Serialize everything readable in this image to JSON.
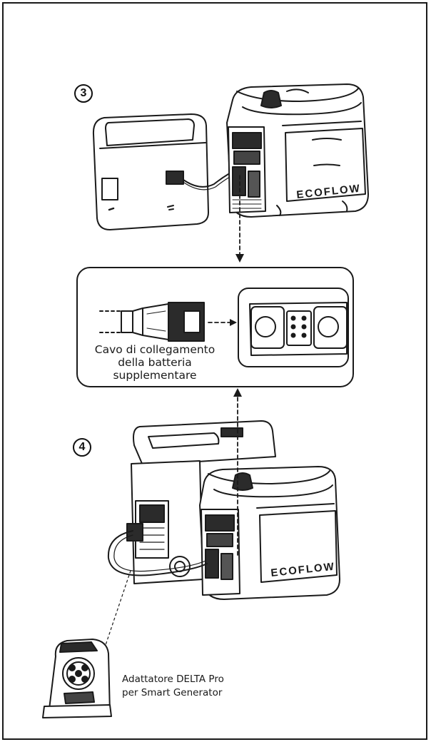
{
  "steps": [
    {
      "number": "3"
    },
    {
      "number": "4"
    }
  ],
  "brand": {
    "logo_text": "ECOFLOW"
  },
  "labels": {
    "cable": [
      "Cavo di collegamento",
      "della batteria",
      "supplementare"
    ],
    "adapter": [
      "Adattatore DELTA Pro",
      "per Smart Generator"
    ]
  },
  "colors": {
    "line": "#1a1a1a",
    "fill": "#ffffff",
    "shade": "#2b2b2b"
  }
}
